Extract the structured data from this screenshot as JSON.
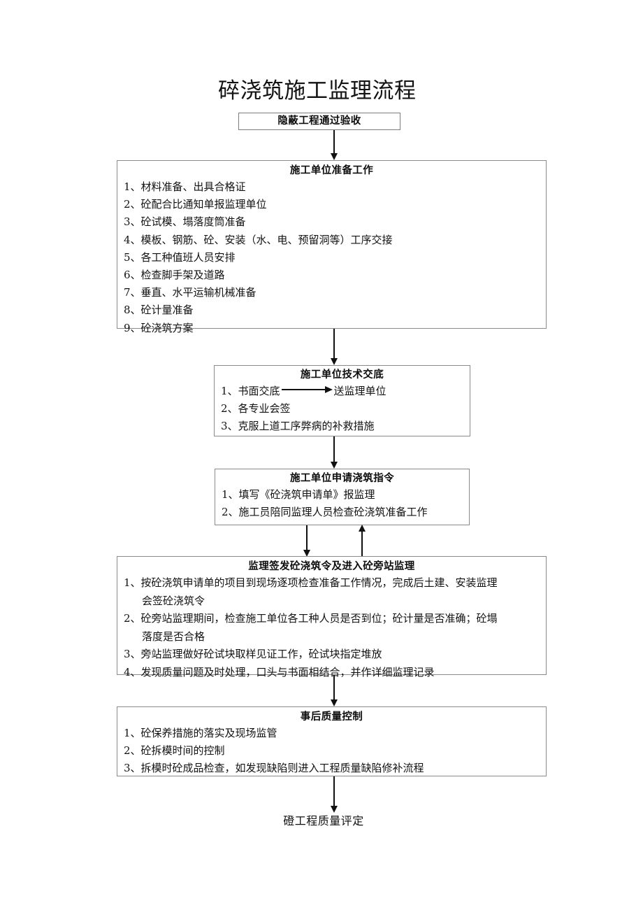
{
  "document": {
    "title": "碎浇筑施工监理流程"
  },
  "start_box": {
    "label": "隐蔽工程通过验收"
  },
  "boxes": [
    {
      "id": "box1",
      "title": "施工单位准备工作",
      "items": [
        "1、材料准备、出具合格证",
        "2、砼配合比通知单报监理单位",
        "3、砼试模、塌落度筒准备",
        "4、模板、钢筋、砼、安装（水、电、预留洞等）工序交接",
        "5、各工种值班人员安排",
        "6、检查脚手架及道路",
        "7、垂直、水平运输机械准备",
        "8、砼计量准备",
        "9、砼浇筑方案"
      ]
    },
    {
      "id": "box2",
      "title": "施工单位技术交底",
      "items": [
        {
          "prefix": "1、书面交底",
          "arrow": true,
          "suffix": "送监理单位"
        },
        {
          "prefix": "2、各专业会签"
        },
        {
          "prefix": "3、克服上道工序弊病的补救措施"
        }
      ]
    },
    {
      "id": "box3",
      "title": "施工单位申请浇筑指令",
      "items": [
        "1、填写《砼浇筑申请单》报监理",
        "2、施工员陪同监理人员检查砼浇筑准备工作"
      ]
    },
    {
      "id": "box4",
      "title": "监理签发砼浇筑令及进入砼旁站监理",
      "items": [
        {
          "num": "1、",
          "line1": "按砼浇筑申请单的项目到现场逐项检查准备工作情况，完成后土建、安装监理",
          "line2": "会签砼浇筑令"
        },
        {
          "num": "2、",
          "line1": "砼旁站监理期间，检查施工单位各工种人员是否到位；砼计量是否准确；砼塌",
          "line2": "落度是否合格"
        },
        {
          "num": "3、",
          "line1": "旁站监理做好砼试块取样见证工作，砼试块指定堆放"
        },
        {
          "num": "4、",
          "line1": "发现质量问题及时处理，口头与书面相结合，并作详细监理记录"
        }
      ]
    },
    {
      "id": "box5",
      "title": "事后质量控制",
      "items": [
        "1、砼保养措施的落实及现场监管",
        "2、砼拆模时间的控制",
        "3、拆模时砼成品检查，如发现缺陷则进入工程质量缺陷修补流程"
      ]
    }
  ],
  "end_label": "磴工程质量评定",
  "connectors": [
    {
      "name": "start-to-box1",
      "direction": "down"
    },
    {
      "name": "box1-to-box2",
      "direction": "down"
    },
    {
      "name": "box2-to-box3",
      "direction": "down"
    },
    {
      "name": "box3-to-box4",
      "direction": "down"
    },
    {
      "name": "box4-to-box3-feedback",
      "direction": "up"
    },
    {
      "name": "box4-to-box5",
      "direction": "down"
    },
    {
      "name": "box5-to-end",
      "direction": "down"
    }
  ],
  "colors": {
    "line": "#111111",
    "border": "#8a8a8a",
    "text": "#121212",
    "background": "#ffffff"
  }
}
